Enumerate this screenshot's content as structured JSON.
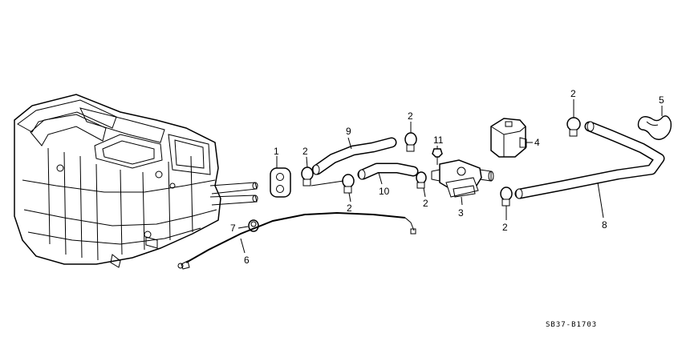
{
  "diagram": {
    "reference_code": "SB37-B1703",
    "callouts": {
      "p1": "1",
      "p2a": "2",
      "p2b": "2",
      "p2c": "2",
      "p2d": "2",
      "p2e": "2",
      "p2f": "2",
      "p3": "3",
      "p4": "4",
      "p5": "5",
      "p6": "6",
      "p7": "7",
      "p8": "8",
      "p9": "9",
      "p10": "10",
      "p11": "11"
    }
  }
}
